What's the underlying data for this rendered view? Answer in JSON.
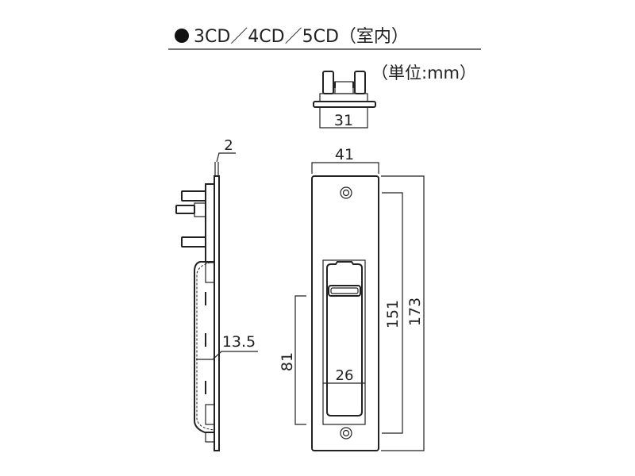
{
  "title": {
    "bullet": "●",
    "text": "3CD／4CD／5CD（室内）"
  },
  "unit_note": "（単位:mm）",
  "dimensions": {
    "top_view_width": "31",
    "plate_width": "41",
    "plate_thickness": "2",
    "body_depth": "13.5",
    "recess_height": "81",
    "recess_width": "26",
    "hole_pitch": "151",
    "plate_height": "173"
  },
  "colors": {
    "line": "#222222",
    "background": "#ffffff"
  }
}
